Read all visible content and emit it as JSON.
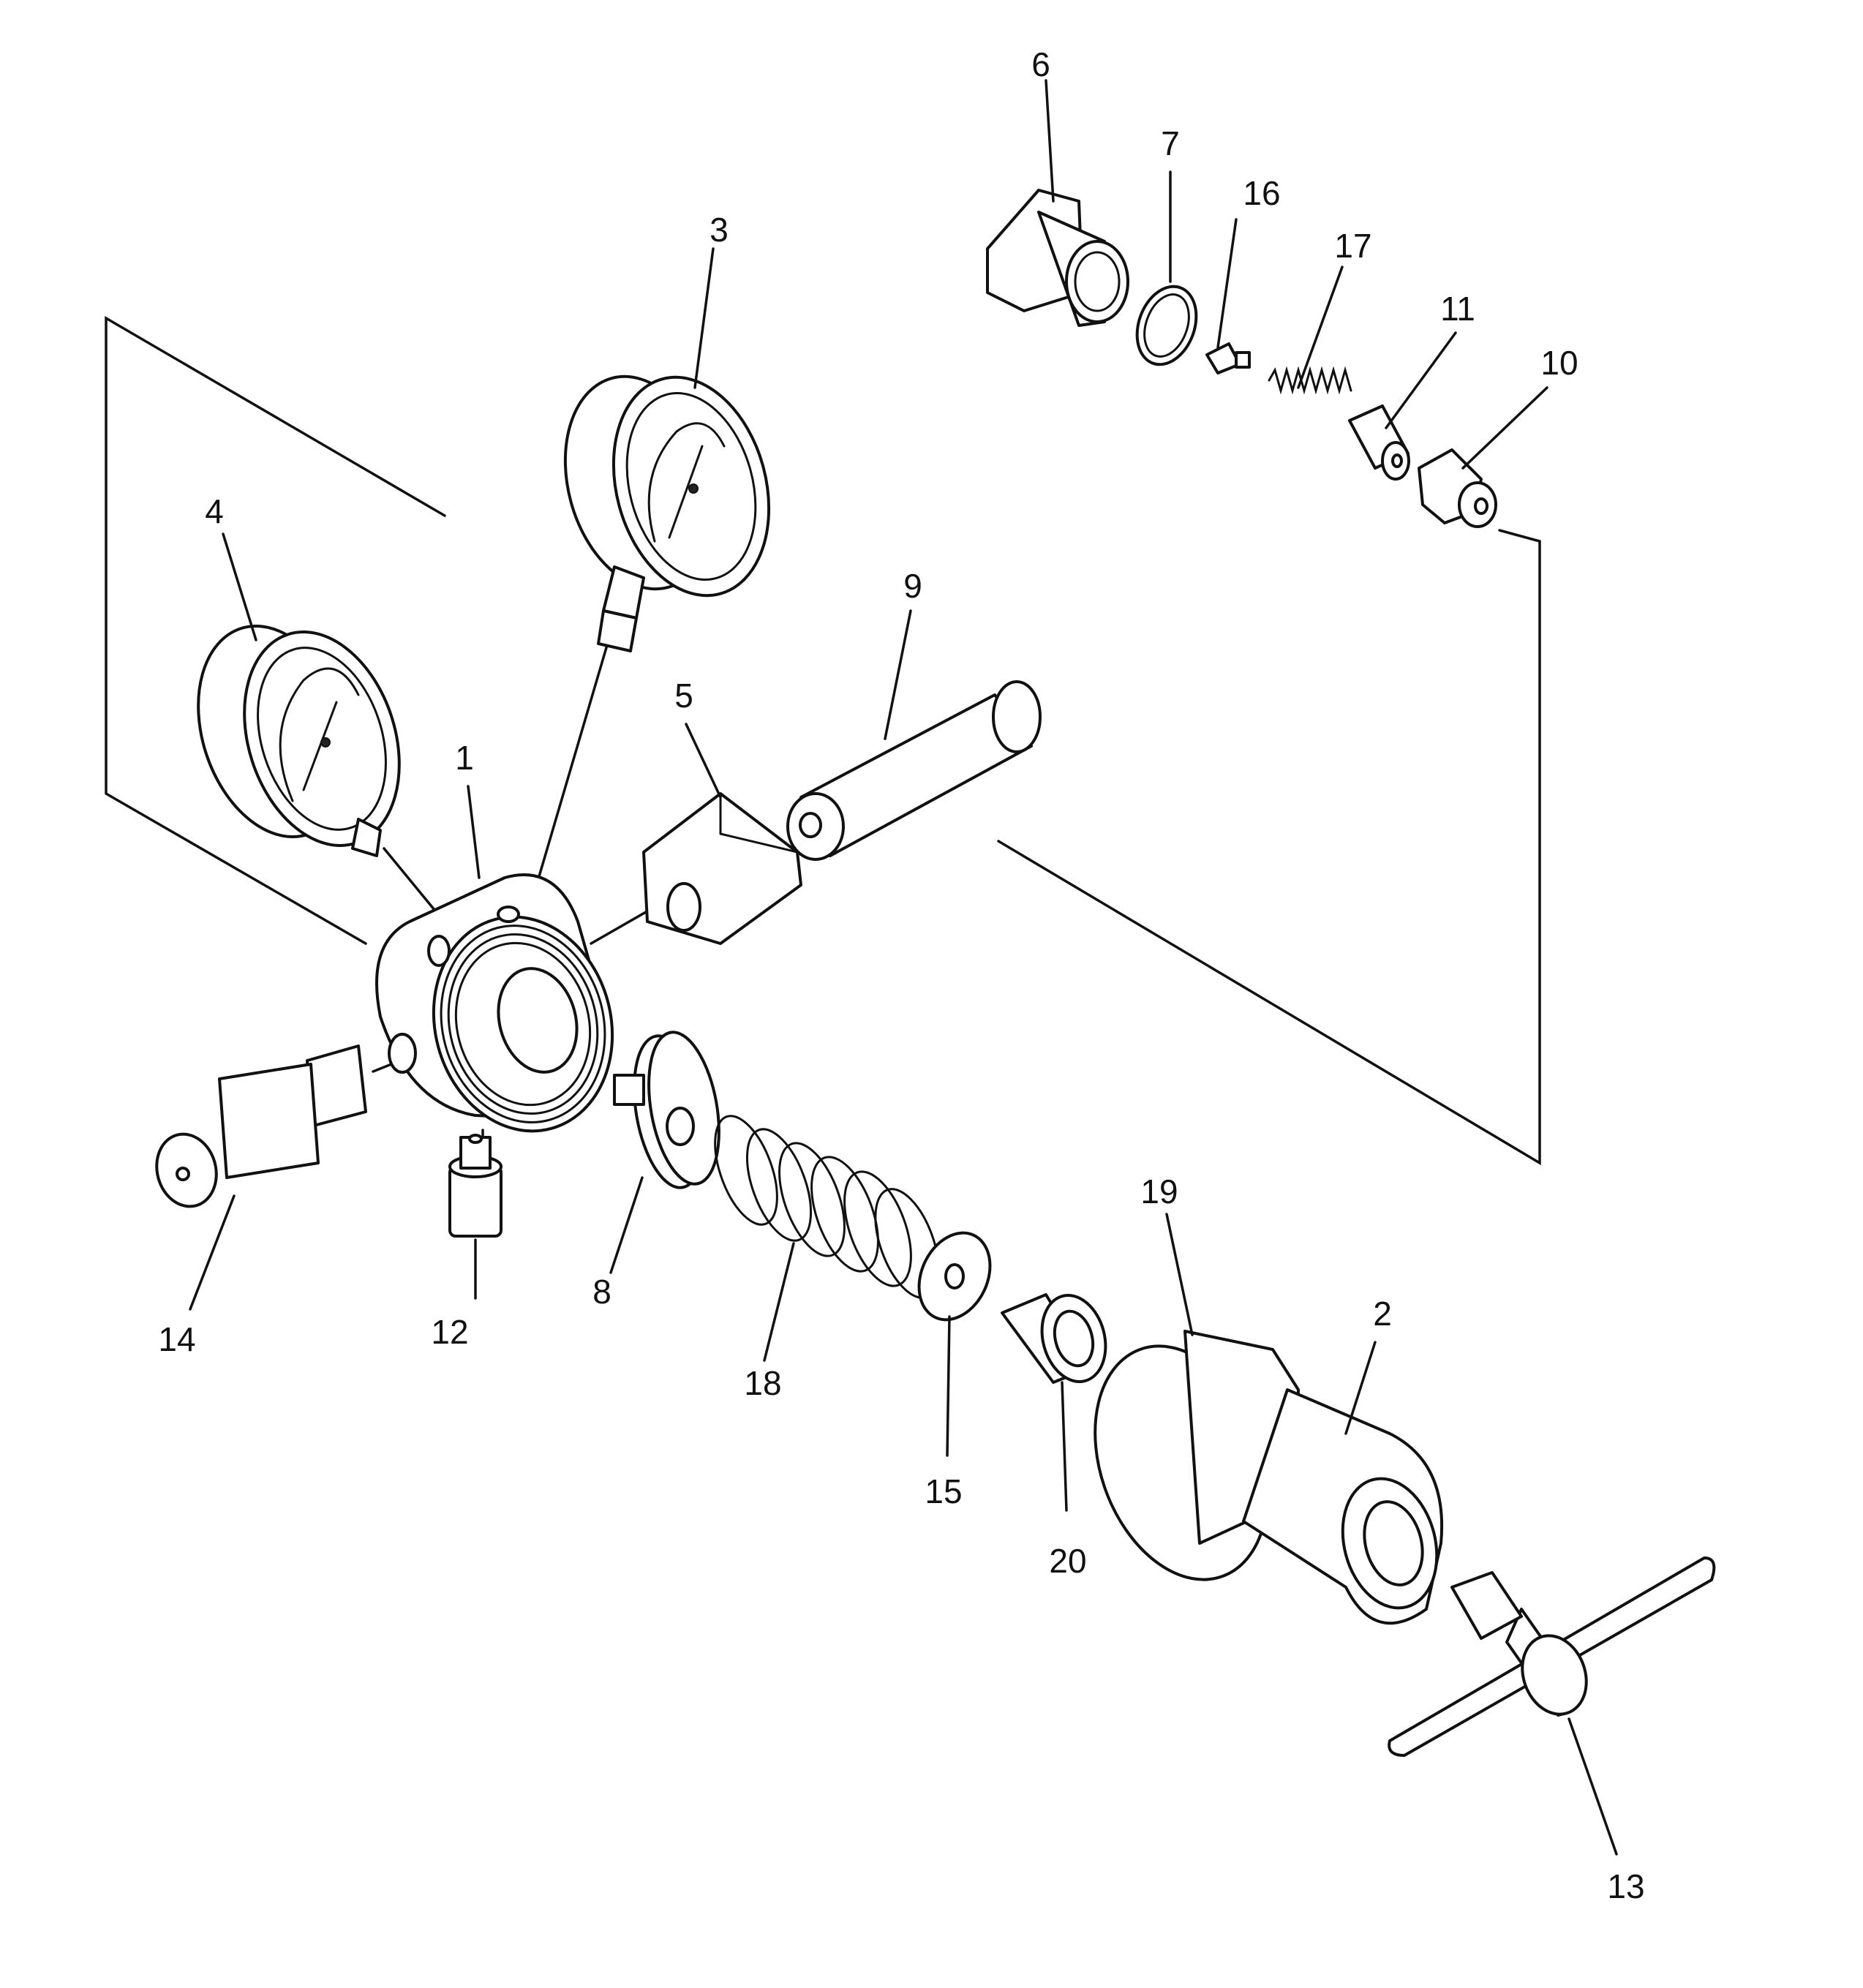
{
  "diagram": {
    "type": "exploded-parts-view",
    "line_color": "#111111",
    "background": "#ffffff"
  },
  "callouts": {
    "c1": "1",
    "c2": "2",
    "c3": "3",
    "c4": "4",
    "c5": "5",
    "c6": "6",
    "c7": "7",
    "c8": "8",
    "c9": "9",
    "c10": "10",
    "c11": "11",
    "c12": "12",
    "c13": "13",
    "c14": "14",
    "c15": "15",
    "c16": "16",
    "c17": "17",
    "c18": "18",
    "c19": "19",
    "c20": "20"
  }
}
